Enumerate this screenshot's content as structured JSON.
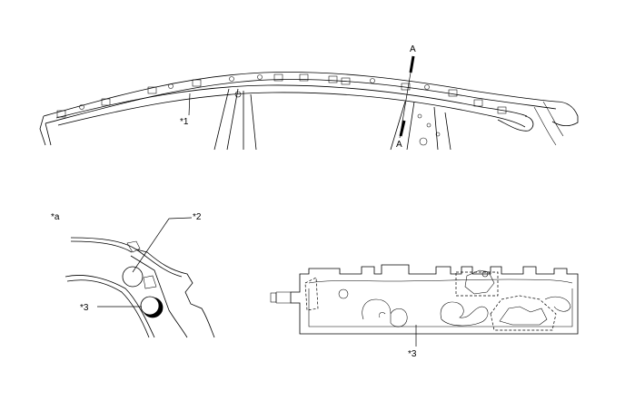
{
  "labels": {
    "section_a_top": "A",
    "section_a_bottom": "A",
    "callout_1": "*1",
    "callout_a": "*a",
    "callout_2": "*2",
    "callout_3_detail": "*3",
    "callout_3_airbag": "*3"
  }
}
